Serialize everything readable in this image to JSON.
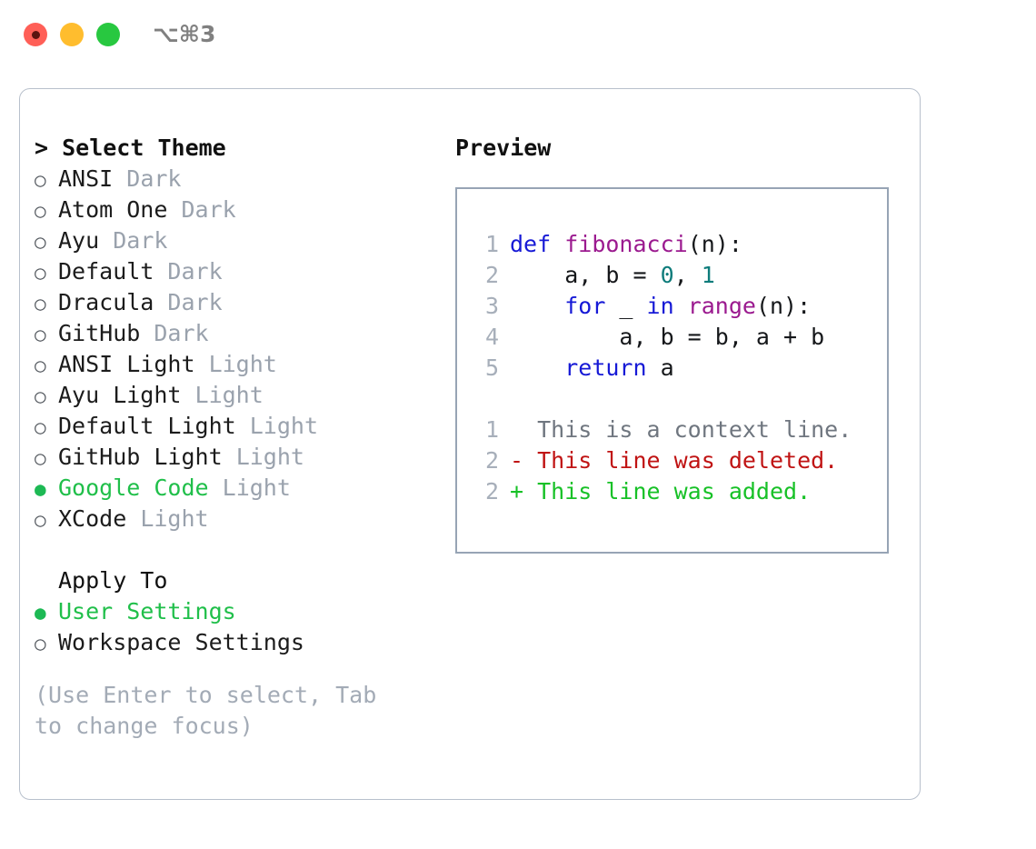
{
  "titlebar": {
    "shortcut": "⌥⌘3",
    "buttons": [
      {
        "name": "close",
        "color": "#ff5f57"
      },
      {
        "name": "minimize",
        "color": "#ffbd2e"
      },
      {
        "name": "maximize",
        "color": "#28c840"
      }
    ]
  },
  "theme_list": {
    "header": "> Select Theme",
    "items": [
      {
        "marker": "○",
        "label": "ANSI",
        "kind": "Dark",
        "selected": false
      },
      {
        "marker": "○",
        "label": "Atom One",
        "kind": "Dark",
        "selected": false
      },
      {
        "marker": "○",
        "label": "Ayu",
        "kind": "Dark",
        "selected": false
      },
      {
        "marker": "○",
        "label": "Default",
        "kind": "Dark",
        "selected": false
      },
      {
        "marker": "○",
        "label": "Dracula",
        "kind": "Dark",
        "selected": false
      },
      {
        "marker": "○",
        "label": "GitHub",
        "kind": "Dark",
        "selected": false
      },
      {
        "marker": "○",
        "label": "ANSI Light",
        "kind": "Light",
        "selected": false
      },
      {
        "marker": "○",
        "label": "Ayu Light",
        "kind": "Light",
        "selected": false
      },
      {
        "marker": "○",
        "label": "Default Light",
        "kind": "Light",
        "selected": false
      },
      {
        "marker": "○",
        "label": "GitHub Light",
        "kind": "Light",
        "selected": false
      },
      {
        "marker": "●",
        "label": "Google Code",
        "kind": "Light",
        "selected": true
      },
      {
        "marker": "○",
        "label": "XCode",
        "kind": "Light",
        "selected": false
      }
    ]
  },
  "apply_to": {
    "header": "Apply To",
    "items": [
      {
        "marker": "●",
        "label": "User Settings",
        "selected": true
      },
      {
        "marker": "○",
        "label": "Workspace Settings",
        "selected": false
      }
    ]
  },
  "hint": "(Use Enter to select, Tab to change focus)",
  "preview": {
    "title": "Preview",
    "code_lines": [
      {
        "n": "1",
        "tokens": [
          {
            "t": "def ",
            "c": "tok-kw"
          },
          {
            "t": "fibonacci",
            "c": "tok-fn"
          },
          {
            "t": "(n):",
            "c": "tok-txt"
          }
        ]
      },
      {
        "n": "2",
        "tokens": [
          {
            "t": "    a, b = ",
            "c": "tok-txt"
          },
          {
            "t": "0",
            "c": "tok-num"
          },
          {
            "t": ", ",
            "c": "tok-txt"
          },
          {
            "t": "1",
            "c": "tok-num"
          }
        ]
      },
      {
        "n": "3",
        "tokens": [
          {
            "t": "    ",
            "c": "tok-txt"
          },
          {
            "t": "for",
            "c": "tok-kw"
          },
          {
            "t": " _ ",
            "c": "tok-txt"
          },
          {
            "t": "in ",
            "c": "tok-kw"
          },
          {
            "t": "range",
            "c": "tok-fn"
          },
          {
            "t": "(n):",
            "c": "tok-txt"
          }
        ]
      },
      {
        "n": "4",
        "tokens": [
          {
            "t": "        a, b = b, a + b",
            "c": "tok-txt"
          }
        ]
      },
      {
        "n": "5",
        "tokens": [
          {
            "t": "    ",
            "c": "tok-txt"
          },
          {
            "t": "return",
            "c": "tok-kw"
          },
          {
            "t": " a",
            "c": "tok-txt"
          }
        ]
      }
    ],
    "diff_lines": [
      {
        "n": "1",
        "text": "  This is a context line.",
        "cls": "diff-ctx"
      },
      {
        "n": "2",
        "text": "- This line was deleted.",
        "cls": "diff-del"
      },
      {
        "n": "2",
        "text": "+ This line was added.",
        "cls": "diff-add"
      }
    ]
  },
  "colors": {
    "accent_green": "#20bf4a",
    "muted_gray": "#9aa2ad",
    "panel_border": "#b8c0cc",
    "preview_border": "#97a4b5",
    "keyword_blue": "#1619d6",
    "function_purple": "#9b1a8f",
    "number_teal": "#0e7c7b",
    "diff_delete_red": "#c01313",
    "diff_add_green": "#17c127"
  }
}
